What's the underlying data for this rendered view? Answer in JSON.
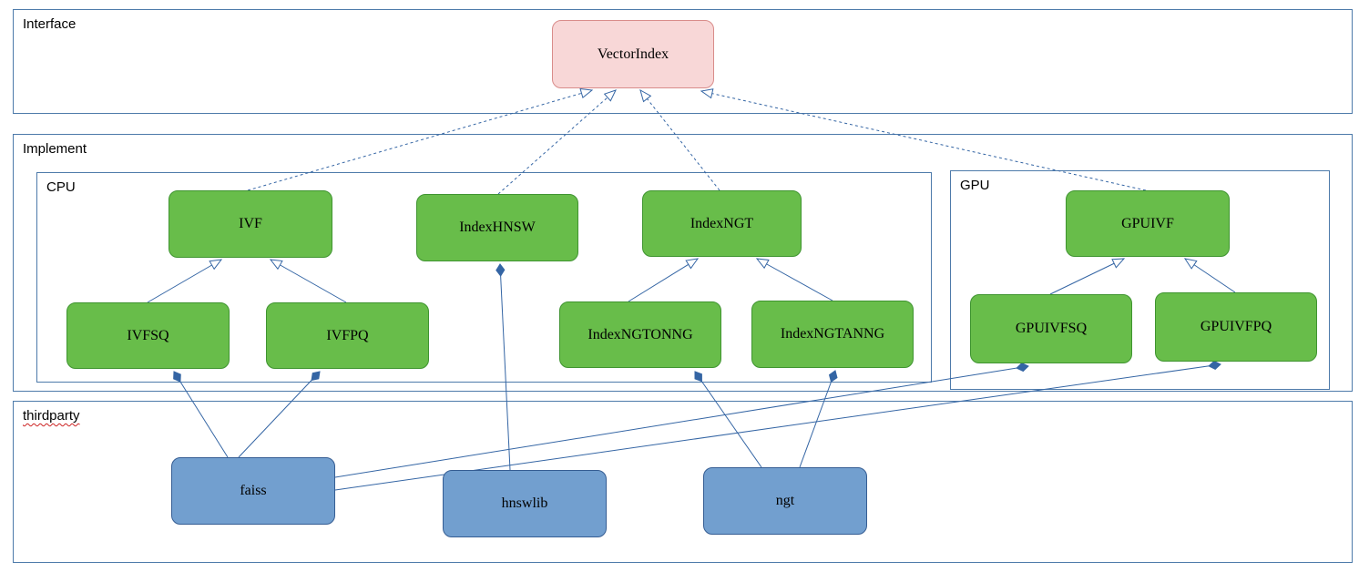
{
  "diagram": {
    "groups": {
      "interface": {
        "label": "Interface"
      },
      "implement": {
        "label": "Implement"
      },
      "cpu": {
        "label": "CPU"
      },
      "gpu": {
        "label": "GPU"
      },
      "thirdparty": {
        "label": "thirdparty"
      }
    },
    "nodes": {
      "vectorindex": {
        "label": "VectorIndex",
        "kind": "interface"
      },
      "ivf": {
        "label": "IVF",
        "kind": "implementation-cpu"
      },
      "indexhnsw": {
        "label": "IndexHNSW",
        "kind": "implementation-cpu"
      },
      "indexngt": {
        "label": "IndexNGT",
        "kind": "implementation-cpu"
      },
      "ivfsq": {
        "label": "IVFSQ",
        "kind": "implementation-cpu"
      },
      "ivfpq": {
        "label": "IVFPQ",
        "kind": "implementation-cpu"
      },
      "indexngtonng": {
        "label": "IndexNGTONNG",
        "kind": "implementation-cpu"
      },
      "indexngtanng": {
        "label": "IndexNGTANNG",
        "kind": "implementation-cpu"
      },
      "gpuivf": {
        "label": "GPUIVF",
        "kind": "implementation-gpu"
      },
      "gpuivfsq": {
        "label": "GPUIVFSQ",
        "kind": "implementation-gpu"
      },
      "gpuivfpq": {
        "label": "GPUIVFPQ",
        "kind": "implementation-gpu"
      },
      "faiss": {
        "label": "faiss",
        "kind": "thirdparty-library"
      },
      "hnswlib": {
        "label": "hnswlib",
        "kind": "thirdparty-library"
      },
      "ngt": {
        "label": "ngt",
        "kind": "thirdparty-library"
      }
    },
    "edges": [
      {
        "from": "ivf",
        "to": "vectorindex",
        "type": "realization"
      },
      {
        "from": "indexhnsw",
        "to": "vectorindex",
        "type": "realization"
      },
      {
        "from": "indexngt",
        "to": "vectorindex",
        "type": "realization"
      },
      {
        "from": "gpuivf",
        "to": "vectorindex",
        "type": "realization"
      },
      {
        "from": "ivfsq",
        "to": "ivf",
        "type": "generalization"
      },
      {
        "from": "ivfpq",
        "to": "ivf",
        "type": "generalization"
      },
      {
        "from": "indexngtonng",
        "to": "indexngt",
        "type": "generalization"
      },
      {
        "from": "indexngtanng",
        "to": "indexngt",
        "type": "generalization"
      },
      {
        "from": "gpuivfsq",
        "to": "gpuivf",
        "type": "generalization"
      },
      {
        "from": "gpuivfpq",
        "to": "gpuivf",
        "type": "generalization"
      },
      {
        "from": "faiss",
        "to": "ivfsq",
        "type": "composition"
      },
      {
        "from": "faiss",
        "to": "ivfpq",
        "type": "composition"
      },
      {
        "from": "faiss",
        "to": "gpuivfsq",
        "type": "composition"
      },
      {
        "from": "faiss",
        "to": "gpuivfpq",
        "type": "composition"
      },
      {
        "from": "hnswlib",
        "to": "indexhnsw",
        "type": "composition"
      },
      {
        "from": "ngt",
        "to": "indexngtonng",
        "type": "composition"
      },
      {
        "from": "ngt",
        "to": "indexngtanng",
        "type": "composition"
      }
    ],
    "colors": {
      "interface_fill": "#f8d7d7",
      "interface_border": "#d98c8a",
      "implementation_fill": "#68bd4a",
      "implementation_border": "#3f9430",
      "thirdparty_fill": "#729fcf",
      "thirdparty_border": "#355d93",
      "connector": "#3465a4",
      "container_border": "#4d7aaa",
      "spellcheck_underline": "#cc2222"
    }
  }
}
